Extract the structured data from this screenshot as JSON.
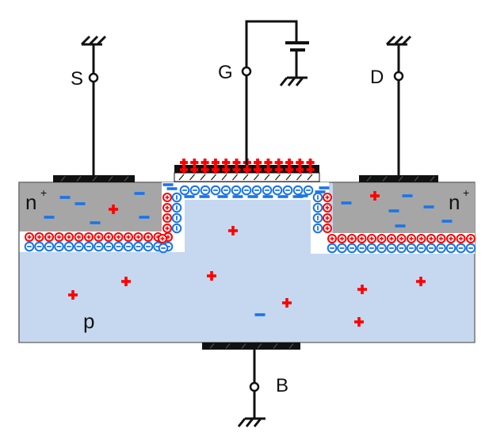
{
  "title": "n-channel MOSFET charge distribution",
  "terminals": {
    "source": "S",
    "gate": "G",
    "drain": "D",
    "body": "B"
  },
  "regions": {
    "source_region": "n",
    "source_superscript": "+",
    "drain_region": "n",
    "drain_superscript": "+",
    "substrate": "p"
  },
  "colors": {
    "n_region": "#a6a6a6",
    "p_substrate": "#c5d8ef",
    "positive_charge": "#ff0000",
    "negative_charge": "#1a75e8",
    "metal": "#111111",
    "depletion": "#ffffff"
  },
  "charges": {
    "gate_plus_count": 13,
    "channel_electron_count": 13,
    "source_junction_pairs": 15,
    "drain_junction_pairs": 15,
    "side_pairs_each": 4,
    "source_minus_symbols": 6,
    "source_plus_symbols": 1,
    "drain_minus_symbols": 6,
    "drain_plus_symbols": 1,
    "substrate_plus_symbols": 8,
    "substrate_minus_symbols": 1
  }
}
